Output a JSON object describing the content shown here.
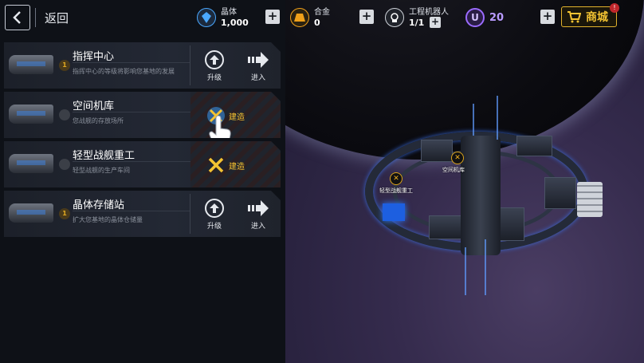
{
  "topbar": {
    "back_label": "返回",
    "resources": [
      {
        "name": "晶体",
        "value": "1,000",
        "icon": "crystal-icon",
        "color": "#4aa8ff"
      },
      {
        "name": "合金",
        "value": "0",
        "icon": "alloy-icon",
        "color": "#f0a01a"
      },
      {
        "name": "工程机器人",
        "value": "1/1",
        "icon": "robot-icon",
        "color": "#ffffff"
      },
      {
        "name": "",
        "value": "20",
        "icon": "u-currency-icon",
        "color": "#9b6bff"
      }
    ],
    "shop_label": "商城",
    "shop_badge": "!"
  },
  "buildings": [
    {
      "name": "指挥中心",
      "desc": "指挥中心的等级将影响您基地的发展",
      "level": "1",
      "state": "upgrade",
      "upgrade_label": "升级",
      "enter_label": "进入"
    },
    {
      "name": "空间机库",
      "desc": "您战舰的存放场所",
      "level": "",
      "state": "build",
      "build_label": "建造"
    },
    {
      "name": "轻型战舰重工",
      "desc": "轻型战舰的生产车间",
      "level": "",
      "state": "build",
      "build_label": "建造"
    },
    {
      "name": "晶体存储站",
      "desc": "扩大您基地的晶体仓储量",
      "level": "1",
      "state": "upgrade",
      "upgrade_label": "升级",
      "enter_label": "进入"
    }
  ],
  "scene": {
    "labels": [
      "空间机库",
      "轻型战舰重工"
    ]
  }
}
